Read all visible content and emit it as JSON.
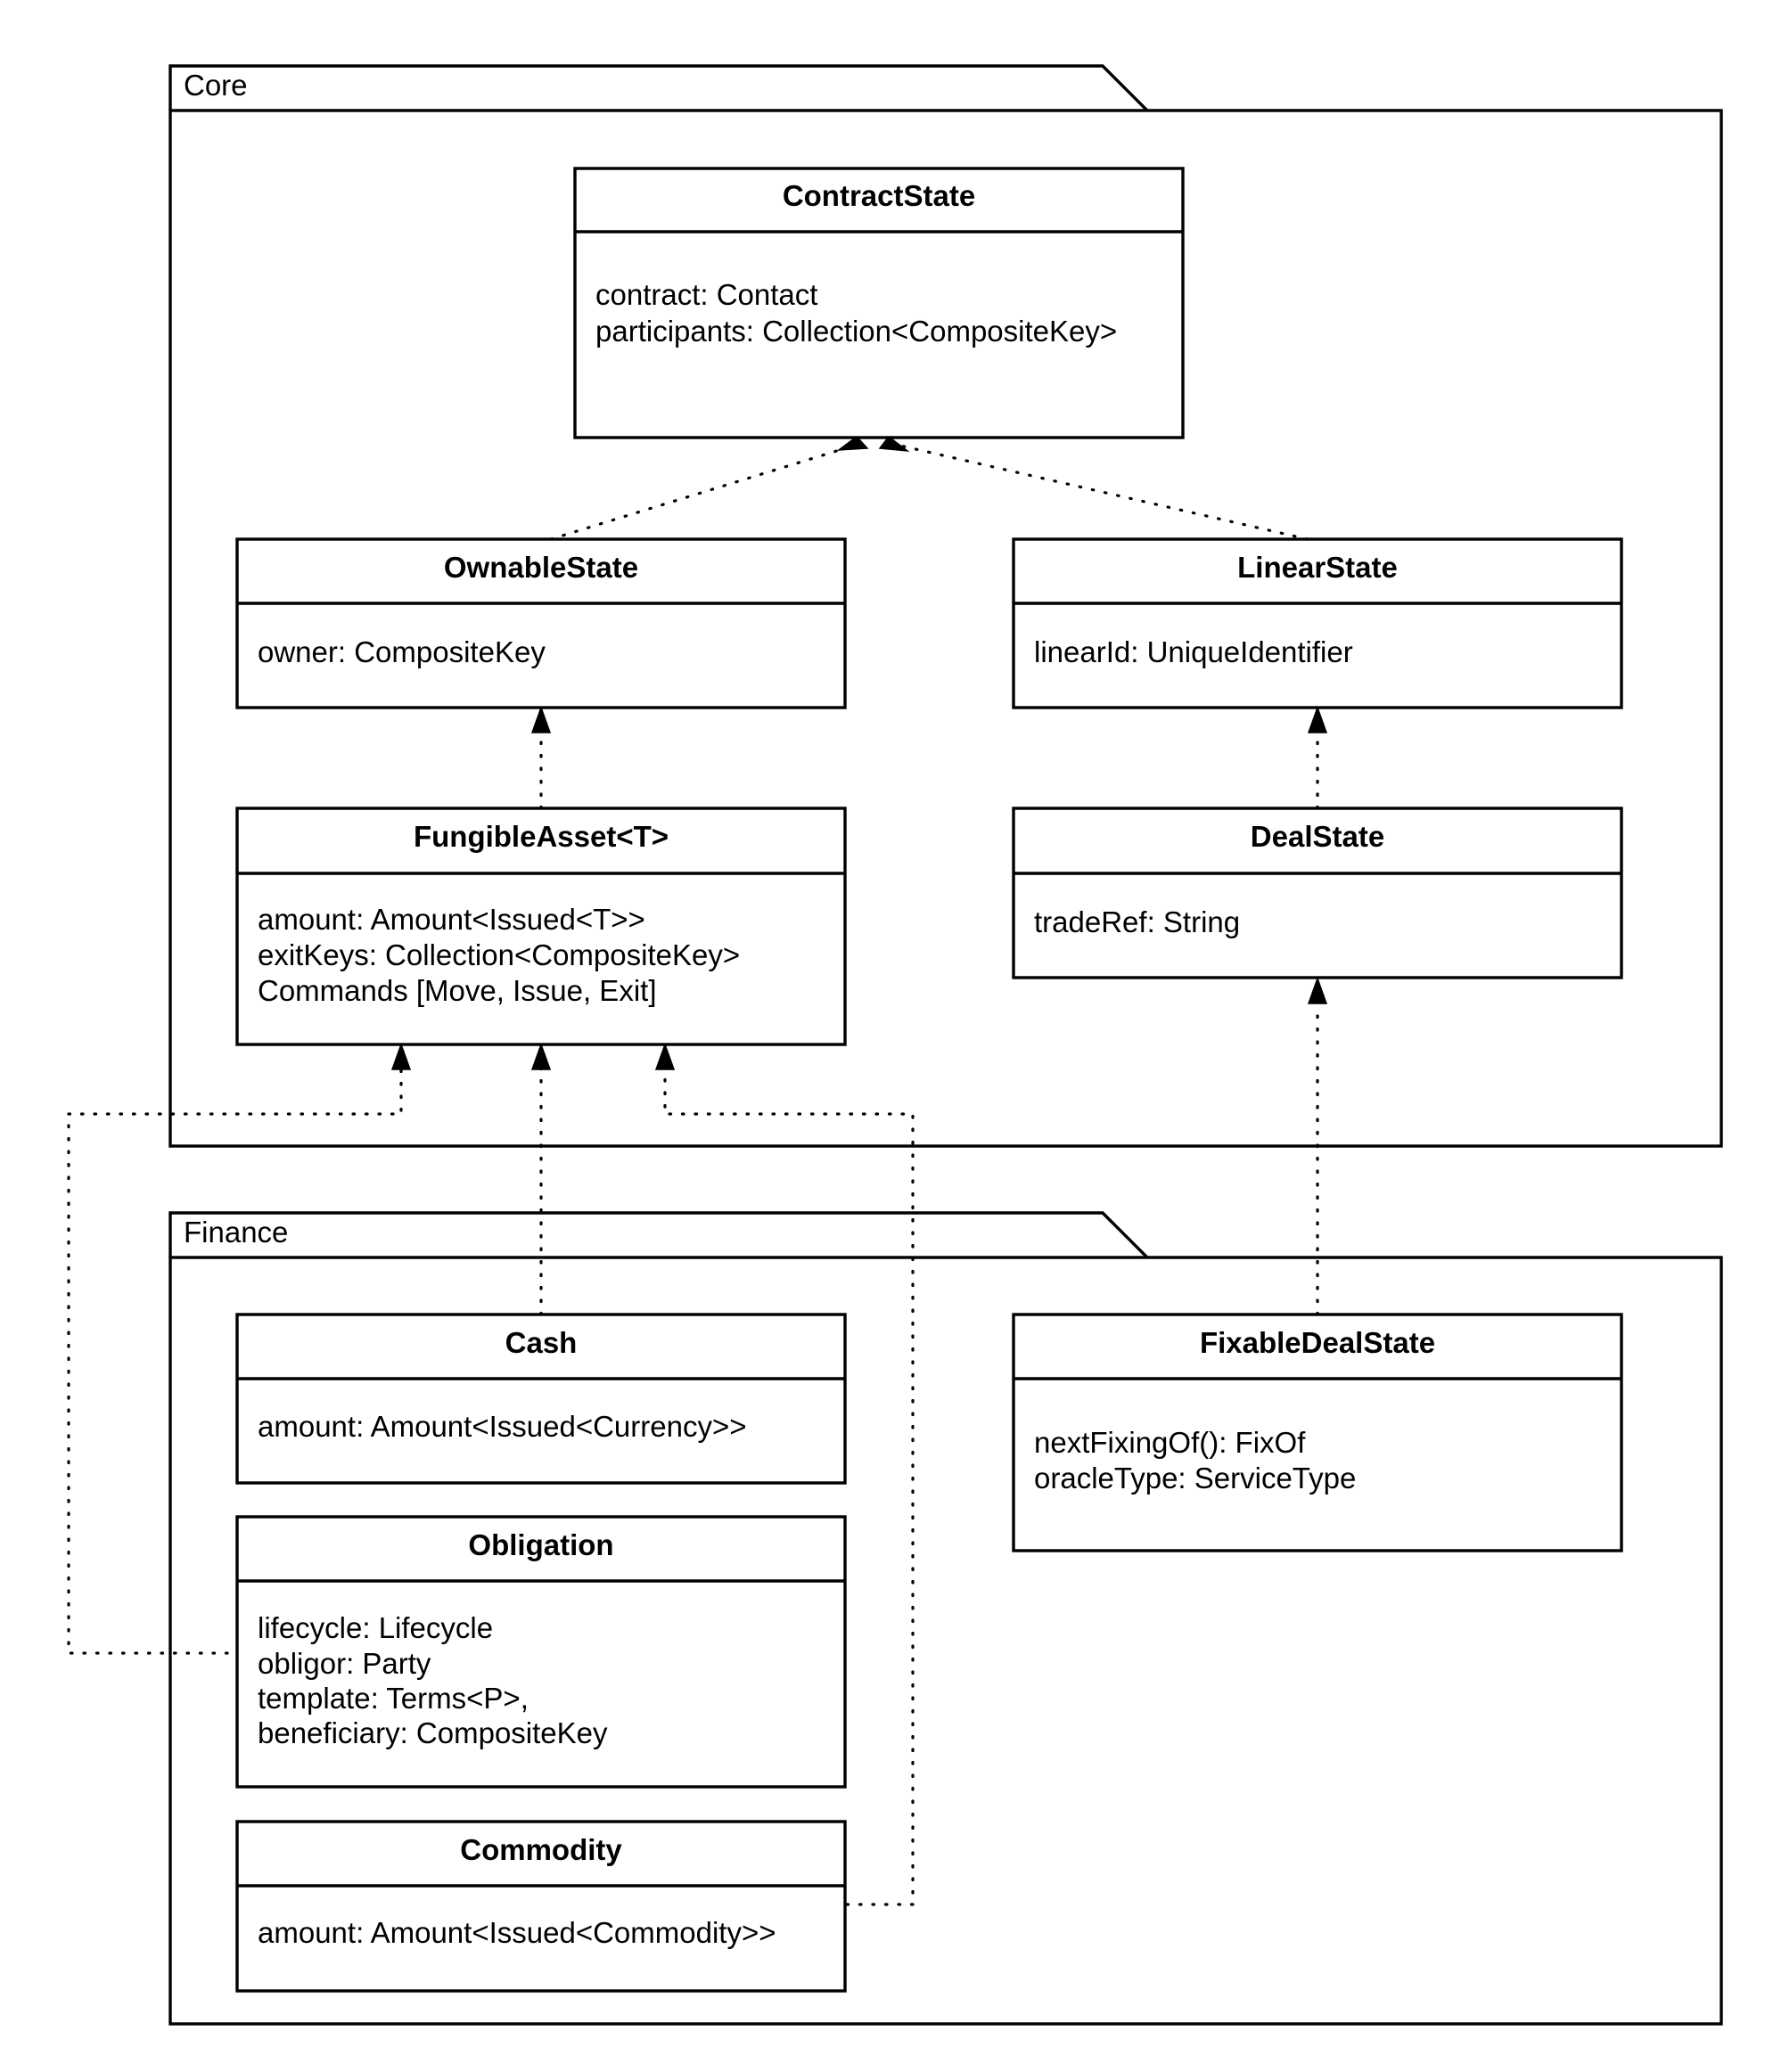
{
  "packages": {
    "core": {
      "label": "Core"
    },
    "finance": {
      "label": "Finance"
    }
  },
  "classes": {
    "contract_state": {
      "name": "ContractState",
      "attributes": [
        "contract: Contact",
        "participants: Collection<CompositeKey>"
      ]
    },
    "ownable_state": {
      "name": "OwnableState",
      "attributes": [
        "owner: CompositeKey"
      ]
    },
    "linear_state": {
      "name": "LinearState",
      "attributes": [
        "linearId: UniqueIdentifier"
      ]
    },
    "fungible_asset": {
      "name": "FungibleAsset<T>",
      "attributes": [
        "amount: Amount<Issued<T>>",
        "exitKeys: Collection<CompositeKey>",
        "Commands [Move, Issue, Exit]"
      ]
    },
    "deal_state": {
      "name": "DealState",
      "attributes": [
        "tradeRef: String"
      ]
    },
    "cash": {
      "name": "Cash",
      "attributes": [
        "amount: Amount<Issued<Currency>>"
      ]
    },
    "fixable_deal_state": {
      "name": "FixableDealState",
      "attributes": [
        "nextFixingOf(): FixOf",
        "oracleType: ServiceType"
      ]
    },
    "obligation": {
      "name": "Obligation",
      "attributes": [
        "lifecycle: Lifecycle",
        "obligor: Party",
        "template: Terms<P>,",
        "beneficiary: CompositeKey"
      ]
    },
    "commodity": {
      "name": "Commodity",
      "attributes": [
        "amount: Amount<Issued<Commodity>>"
      ]
    }
  },
  "relations": [
    {
      "from": "OwnableState",
      "to": "ContractState",
      "type": "realization"
    },
    {
      "from": "LinearState",
      "to": "ContractState",
      "type": "realization"
    },
    {
      "from": "FungibleAsset<T>",
      "to": "OwnableState",
      "type": "realization"
    },
    {
      "from": "DealState",
      "to": "LinearState",
      "type": "realization"
    },
    {
      "from": "Cash",
      "to": "FungibleAsset<T>",
      "type": "realization"
    },
    {
      "from": "Obligation",
      "to": "FungibleAsset<T>",
      "type": "realization"
    },
    {
      "from": "Commodity",
      "to": "FungibleAsset<T>",
      "type": "realization"
    },
    {
      "from": "FixableDealState",
      "to": "DealState",
      "type": "realization"
    }
  ]
}
